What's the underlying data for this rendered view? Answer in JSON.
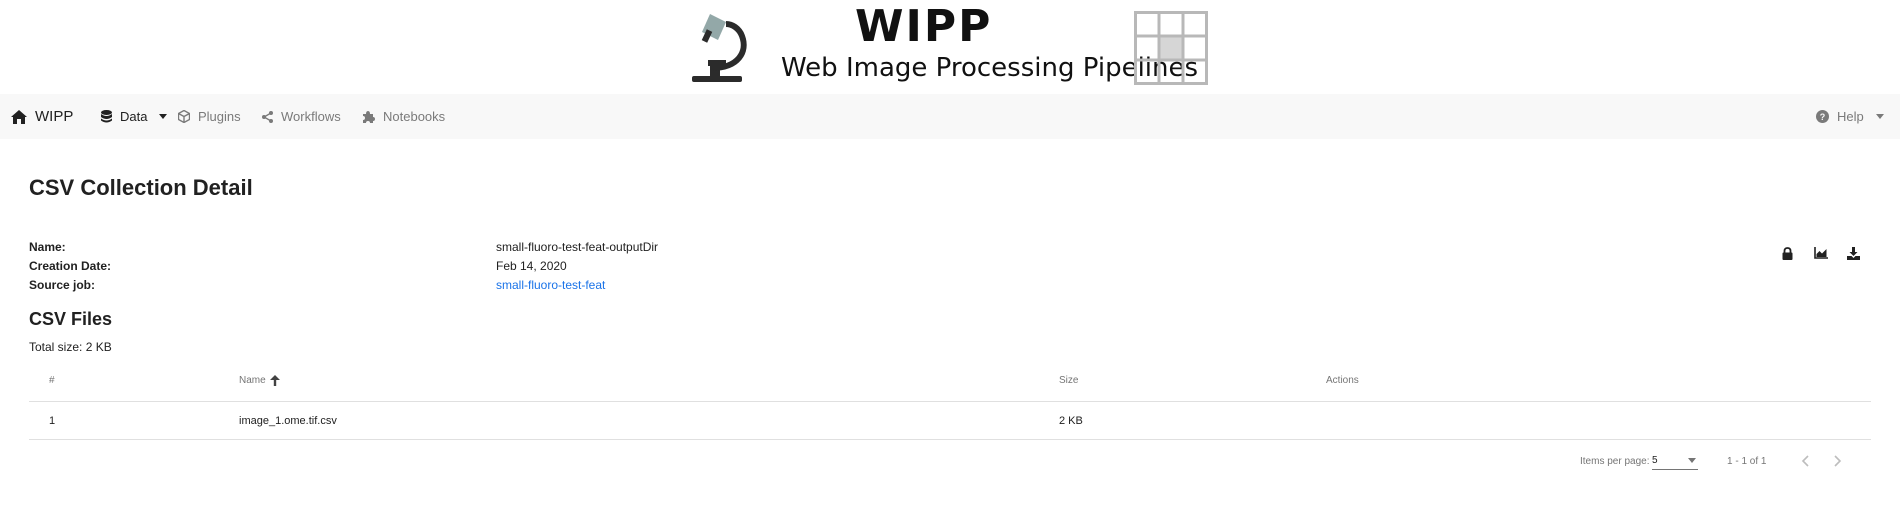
{
  "banner": {
    "title": "WIPP",
    "subtitle": "Web Image Processing Pipelines"
  },
  "navbar": {
    "brand": "WIPP",
    "items": [
      {
        "label": "Data",
        "icon": "database-icon",
        "active": true,
        "dropdown": true
      },
      {
        "label": "Plugins",
        "icon": "cube-icon"
      },
      {
        "label": "Workflows",
        "icon": "share-icon"
      },
      {
        "label": "Notebooks",
        "icon": "puzzle-icon"
      }
    ],
    "help": "Help"
  },
  "page": {
    "title": "CSV Collection Detail",
    "fields": [
      {
        "label": "Name:",
        "value": "small-fluoro-test-feat-outputDir"
      },
      {
        "label": "Creation Date:",
        "value": "Feb 14, 2020"
      },
      {
        "label": "Source job:",
        "value": "small-fluoro-test-feat"
      }
    ],
    "actions": [
      "lock-icon",
      "area-chart-icon",
      "download-icon"
    ]
  },
  "files": {
    "title": "CSV Files",
    "total_size": "Total size: 2 KB",
    "columns": [
      "#",
      "Name",
      "Size",
      "Actions"
    ],
    "rows": [
      {
        "num": "1",
        "name": "image_1.ome.tif.csv",
        "size": "2 KB",
        "actions": ""
      }
    ]
  },
  "paginator": {
    "items_per_page_label": "Items per page:",
    "items_per_page": "5",
    "range": "1 - 1 of 1"
  },
  "colors": {
    "link": "#1a73e8",
    "navbar_bg": "#f8f8f8"
  }
}
